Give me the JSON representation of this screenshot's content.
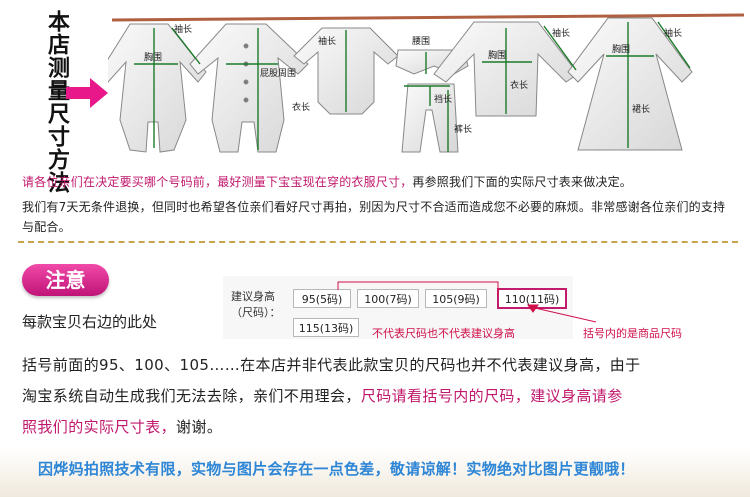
{
  "diagram": {
    "title": "本店测量尺寸方法",
    "labels": {
      "sleeve": "袖长",
      "chest": "胸围",
      "hip": "屁股周围",
      "length": "衣长",
      "waist": "腰围",
      "crotch": "裆长",
      "inseam": "裤长",
      "skirt": "裙长"
    }
  },
  "intro": {
    "line1_pink": "请各位亲们在决定要买哪个号码前，最好测量下宝宝现在穿的衣服尺寸，",
    "line1_rest": "再参照我们下面的实际尺寸表来做决定。",
    "line2": "我们有7天无条件退换，但同时也希望各位亲们看好尺寸再拍，别因为尺寸不合适而造成您不必要的麻烦。非常感谢各位亲们的支持与配合。"
  },
  "notice": {
    "badge": "注意",
    "text": "每款宝贝右边的此处"
  },
  "size_selector": {
    "label": "建议身高（尺码）：",
    "options": [
      "95(5码)",
      "100(7码)",
      "105(9码)",
      "110(11码)",
      "115(13码)"
    ],
    "highlighted": "110(11码)",
    "note_left": "不代表尺码也不代表建议身高",
    "note_right": "括号内的是商品尺码"
  },
  "explanation": {
    "line1": "括号前面的95、100、105……在本店并非代表此款宝贝的尺码也并不代表建议身高，由于",
    "line2_a": "淘宝系统自动生成我们无法去除，亲们不用理会，",
    "line2_pink": "尺码请看括号内的尺码，建议身高请参",
    "line3_pink": "照我们的实际尺寸表，",
    "line3_rest": "谢谢。"
  },
  "footer": {
    "text": "因烨妈拍照技术有限，实物与图片会存在一点色差，敬请谅解！实物绝对比图片更靓哦！"
  },
  "colors": {
    "pink": "#c0186c",
    "badge": "#d81b82",
    "footer_blue": "#2e86d6",
    "dash": "#c9a24c",
    "measure_green": "#1a7a2a"
  }
}
